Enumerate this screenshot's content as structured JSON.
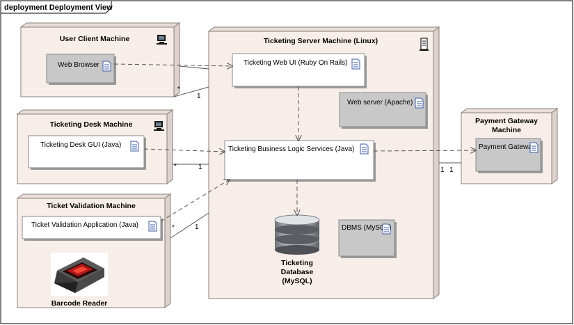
{
  "frame": {
    "label": "deployment Deployment View"
  },
  "nodes": {
    "user_client": {
      "title": "User Client Machine"
    },
    "ticketing_desk": {
      "title": "Ticketing Desk Machine"
    },
    "ticket_validation": {
      "title": "Ticket Validation Machine"
    },
    "server": {
      "title": "Ticketing Server Machine (Linux)"
    },
    "payment": {
      "title_line1": "Payment Gateway",
      "title_line2": "Machine"
    }
  },
  "components": {
    "web_browser": "Web Browser",
    "desk_gui": "Ticketing Desk GUI (Java)",
    "validation_app": "Ticket Validation Application (Java)",
    "web_ui": "Ticketing Web UI (Ruby On Rails)",
    "web_server": "Web server (Apache)",
    "business_logic": "Ticketing Business Logic Services (Java)",
    "dbms": "DBMS (MySQL)",
    "payment_gateway": "Payment Gateway"
  },
  "database": {
    "line1": "Ticketing",
    "line2": "Database",
    "line3": "(MySQL)"
  },
  "barcode": {
    "label": "Barcode Reader"
  },
  "multiplicities": {
    "user_star": "*",
    "user_one": "1",
    "desk_star": "*",
    "desk_one": "1",
    "val_star": "*",
    "val_one": "1",
    "pay_one_a": "1",
    "pay_one_b": "1"
  },
  "colors": {
    "node_fill": "#f7eeea",
    "node_edge": "#8a7f7a",
    "component_fill": "#c8c8c8",
    "component_white": "#ffffff",
    "shadow": "#9a9a9a",
    "line": "#555555"
  }
}
